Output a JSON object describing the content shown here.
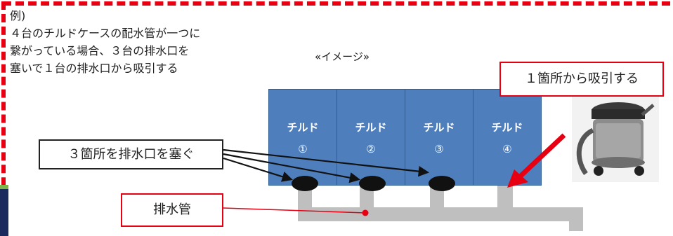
{
  "example": {
    "heading": "例)",
    "line1": "４台のチルドケースの配水管が一つに",
    "line2": "繋がっている場合、３台の排水口を",
    "line3": "塞いで１台の排水口から吸引する"
  },
  "image_label": "«イメージ»",
  "cases": [
    {
      "name": "チルド",
      "number": "①"
    },
    {
      "name": "チルド",
      "number": "②"
    },
    {
      "name": "チルド",
      "number": "③"
    },
    {
      "name": "チルド",
      "number": "④"
    }
  ],
  "callouts": {
    "suction": "１箇所から吸引する",
    "block_drains": "３箇所を排水口を塞ぐ",
    "drain_pipe": "排水管"
  },
  "colors": {
    "accent_red": "#e60012",
    "case_blue": "#4e7fbc",
    "pipe_gray": "#bfbfbf"
  }
}
